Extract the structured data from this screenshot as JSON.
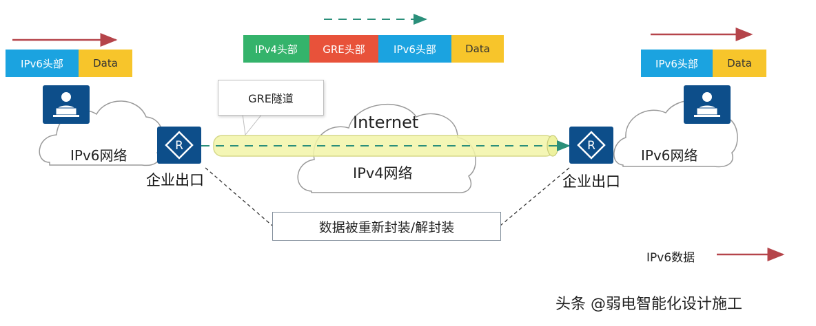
{
  "top_left_packet": {
    "header": "IPv6头部",
    "data": "Data"
  },
  "top_right_packet": {
    "header": "IPv6头部",
    "data": "Data"
  },
  "tunnel_packet": {
    "outer_header": "IPv4头部",
    "gre_header": "GRE头部",
    "inner_header": "IPv6头部",
    "data": "Data"
  },
  "callout": {
    "text": "GRE隧道"
  },
  "internet_cloud": {
    "title": "Internet",
    "subtitle": "IPv4网络"
  },
  "left_site": {
    "network_label": "IPv6网络",
    "router_letter": "R",
    "exit_label": "企业出口"
  },
  "right_site": {
    "network_label": "IPv6网络",
    "router_letter": "R",
    "exit_label": "企业出口"
  },
  "process_note": {
    "text": "数据被重新封装/解封装"
  },
  "legend": {
    "ipv6_label": "IPv6数据"
  },
  "watermark": {
    "text": "头条 @弱电智能化设计施工"
  },
  "colors": {
    "ipv6_header": "#1ba3e0",
    "ipv4_header": "#34b36b",
    "gre_header": "#e8523a",
    "data_block": "#f7c52b",
    "router_icon": "#0d4e8a",
    "ipv6_arrow": "#b5444a",
    "tunnel_fill": "#f2f5a8",
    "tunnel_dash": "#2a8f7a"
  }
}
